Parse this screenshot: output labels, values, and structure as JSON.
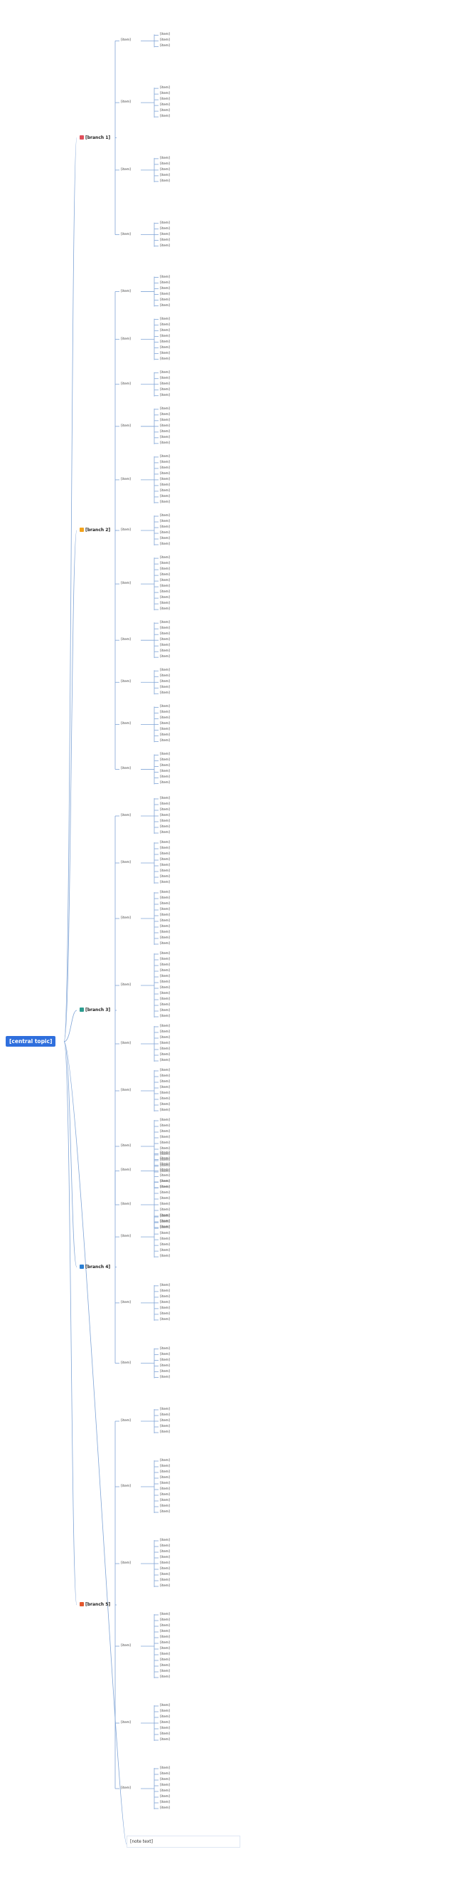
{
  "root": "[central topic]",
  "palette": {
    "root": "#2f6fdd",
    "edge": "#7fa4d6"
  },
  "branches": [
    {
      "label": "[branch 1]",
      "icon": "heart-icon",
      "icon_color": "#e04e5a",
      "groups": [
        {
          "label": "[item]",
          "items": [
            "[item]",
            "[item]",
            "[item]"
          ]
        },
        {
          "label": "[item]",
          "items": [
            "[item]",
            "[item]",
            "[item]",
            "[item]",
            "[item]",
            "[item]"
          ]
        },
        {
          "label": "[item]",
          "items": [
            "[item]",
            "[item]",
            "[item]",
            "[item]",
            "[item]"
          ]
        },
        {
          "label": "[item]",
          "items": [
            "[item]",
            "[item]",
            "[item]",
            "[item]",
            "[item]"
          ]
        }
      ]
    },
    {
      "label": "[branch 2]",
      "icon": "star-icon",
      "icon_color": "#f2a31b",
      "groups": [
        {
          "label": "[item]",
          "items": [
            "[item]",
            "[item]",
            "[item]",
            "[item]",
            "[item]",
            "[item]"
          ]
        },
        {
          "label": "[item]",
          "items": [
            "[item]",
            "[item]",
            "[item]",
            "[item]",
            "[item]",
            "[item]",
            "[item]",
            "[item]"
          ]
        },
        {
          "label": "[item]",
          "items": [
            "[item]",
            "[item]",
            "[item]",
            "[item]",
            "[item]"
          ]
        },
        {
          "label": "[item]",
          "items": [
            "[item]",
            "[item]",
            "[item]",
            "[item]",
            "[item]",
            "[item]",
            "[item]"
          ]
        },
        {
          "label": "[item]",
          "items": [
            "[item]",
            "[item]",
            "[item]",
            "[item]",
            "[item]",
            "[item]",
            "[item]",
            "[item]",
            "[item]"
          ]
        },
        {
          "label": "[item]",
          "items": [
            "[item]",
            "[item]",
            "[item]",
            "[item]",
            "[item]",
            "[item]"
          ]
        },
        {
          "label": "[item]",
          "items": [
            "[item]",
            "[item]",
            "[item]",
            "[item]",
            "[item]",
            "[item]",
            "[item]",
            "[item]",
            "[item]",
            "[item]"
          ]
        },
        {
          "label": "[item]",
          "items": [
            "[item]",
            "[item]",
            "[item]",
            "[item]",
            "[item]",
            "[item]",
            "[item]"
          ]
        },
        {
          "label": "[item]",
          "items": [
            "[item]",
            "[item]",
            "[item]",
            "[item]",
            "[item]"
          ]
        },
        {
          "label": "[item]",
          "items": [
            "[item]",
            "[item]",
            "[item]",
            "[item]",
            "[item]",
            "[item]",
            "[item]"
          ]
        },
        {
          "label": "[item]",
          "items": [
            "[item]",
            "[item]",
            "[item]",
            "[item]",
            "[item]",
            "[item]"
          ]
        }
      ]
    },
    {
      "label": "[branch 3]",
      "icon": "book-icon",
      "icon_color": "#2c9c8f",
      "groups": [
        {
          "label": "[item]",
          "items": [
            "[item]",
            "[item]",
            "[item]",
            "[item]",
            "[item]",
            "[item]",
            "[item]"
          ]
        },
        {
          "label": "[item]",
          "items": [
            "[item]",
            "[item]",
            "[item]",
            "[item]",
            "[item]",
            "[item]",
            "[item]",
            "[item]"
          ]
        },
        {
          "label": "[item]",
          "items": [
            "[item]",
            "[item]",
            "[item]",
            "[item]",
            "[item]",
            "[item]",
            "[item]",
            "[item]",
            "[item]",
            "[item]"
          ]
        },
        {
          "label": "[item]",
          "items": [
            "[item]",
            "[item]",
            "[item]",
            "[item]",
            "[item]",
            "[item]",
            "[item]",
            "[item]",
            "[item]",
            "[item]",
            "[item]",
            "[item]"
          ]
        },
        {
          "label": "[item]",
          "items": [
            "[item]",
            "[item]",
            "[item]",
            "[item]",
            "[item]",
            "[item]",
            "[item]"
          ]
        },
        {
          "label": "[item]",
          "items": [
            "[item]",
            "[item]",
            "[item]",
            "[item]",
            "[item]",
            "[item]",
            "[item]",
            "[item]"
          ]
        },
        {
          "label": "[item]",
          "items": [
            "[item]",
            "[item]",
            "[item]",
            "[item]",
            "[item]",
            "[item]",
            "[item]",
            "[item]",
            "[item]",
            "[item]"
          ]
        },
        {
          "label": "[item]",
          "items": [
            "[item]",
            "[item]",
            "[item]",
            "[item]",
            "[item]",
            "[item]",
            "[item]",
            "[item]",
            "[item]"
          ]
        }
      ]
    },
    {
      "label": "[branch 4]",
      "icon": "pen-icon",
      "icon_color": "#2a7fd4",
      "groups": [
        {
          "label": "[item]",
          "items": [
            "[item]",
            "[item]",
            "[item]",
            "[item]",
            "[item]",
            "[item]",
            "[item]"
          ]
        },
        {
          "label": "[item]",
          "items": [
            "[item]",
            "[item]",
            "[item]",
            "[item]",
            "[item]",
            "[item]",
            "[item]",
            "[item]"
          ]
        },
        {
          "label": "[item]",
          "items": [
            "[item]",
            "[item]",
            "[item]",
            "[item]",
            "[item]",
            "[item]",
            "[item]"
          ]
        },
        {
          "label": "[item]",
          "items": [
            "[item]",
            "[item]",
            "[item]",
            "[item]",
            "[item]",
            "[item]"
          ]
        }
      ]
    },
    {
      "label": "[branch 5]",
      "icon": "flag-icon",
      "icon_color": "#e3572d",
      "groups": [
        {
          "label": "[item]",
          "items": [
            "[item]",
            "[item]",
            "[item]",
            "[item]",
            "[item]"
          ]
        },
        {
          "label": "[item]",
          "items": [
            "[item]",
            "[item]",
            "[item]",
            "[item]",
            "[item]",
            "[item]",
            "[item]",
            "[item]",
            "[item]",
            "[item]"
          ]
        },
        {
          "label": "[item]",
          "items": [
            "[item]",
            "[item]",
            "[item]",
            "[item]",
            "[item]",
            "[item]",
            "[item]",
            "[item]",
            "[item]"
          ]
        },
        {
          "label": "[item]",
          "items": [
            "[item]",
            "[item]",
            "[item]",
            "[item]",
            "[item]",
            "[item]",
            "[item]",
            "[item]",
            "[item]",
            "[item]",
            "[item]",
            "[item]"
          ]
        },
        {
          "label": "[item]",
          "items": [
            "[item]",
            "[item]",
            "[item]",
            "[item]",
            "[item]",
            "[item]",
            "[item]"
          ]
        },
        {
          "label": "[item]",
          "items": [
            "[item]",
            "[item]",
            "[item]",
            "[item]",
            "[item]",
            "[item]",
            "[item]",
            "[item]"
          ]
        }
      ]
    }
  ],
  "footer_note": "[note text]"
}
